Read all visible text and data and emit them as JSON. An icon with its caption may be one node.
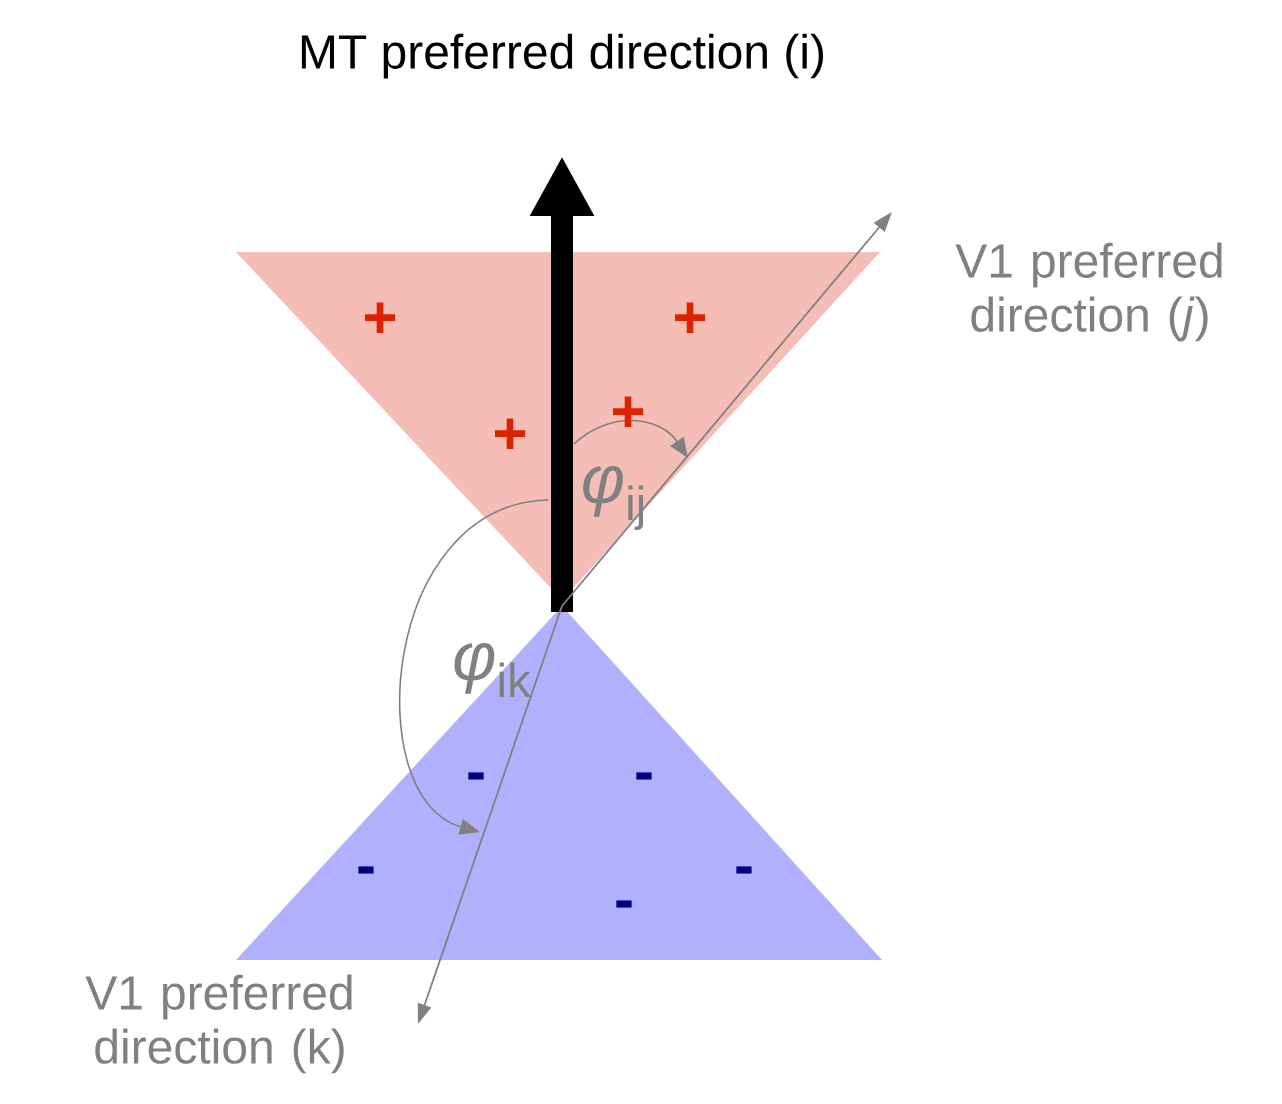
{
  "diagram": {
    "labels": [
      "MT preferred direction (i)",
      "V1 preferred direction (*j*)",
      "+",
      "+",
      "+",
      "+",
      "*φ*$_{ij}$",
      "*φ*$_{ik}$",
      "-",
      "-",
      "-",
      "-",
      "-",
      "V1 preferred direction (k)"
    ]
  }
}
